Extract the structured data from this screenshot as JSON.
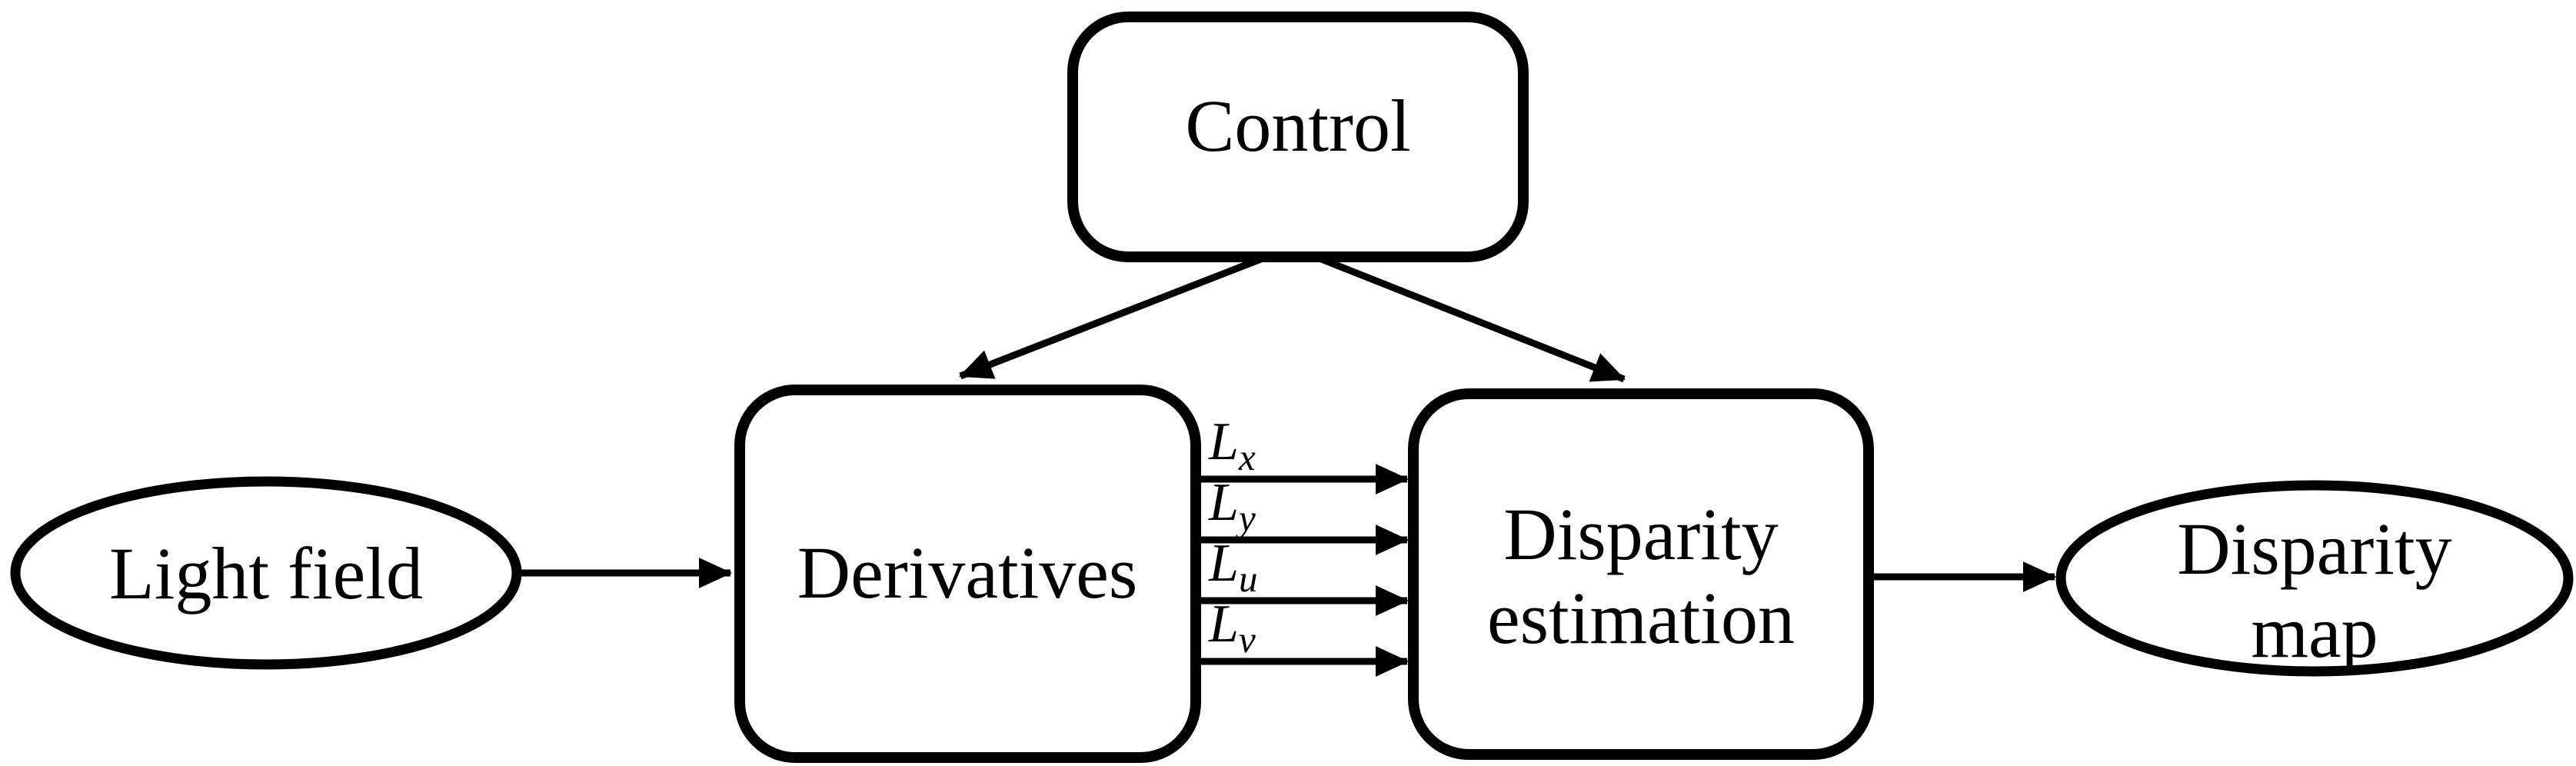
{
  "diagram": {
    "background_color": "#ffffff",
    "stroke_color": "#000000",
    "nodes": {
      "control": {
        "shape": "rounded-rectangle",
        "label": "Control"
      },
      "derivatives": {
        "shape": "rounded-rectangle",
        "label": "Derivatives"
      },
      "disparity_estimation": {
        "shape": "rounded-rectangle",
        "lines": [
          "Disparity",
          "estimation"
        ]
      },
      "light_field": {
        "shape": "ellipse",
        "label": "Light field"
      },
      "disparity_map": {
        "shape": "ellipse",
        "lines": [
          "Disparity",
          "map"
        ]
      }
    },
    "edges": {
      "light_field_to_derivatives": {
        "label": ""
      },
      "control_to_derivatives": {
        "label": ""
      },
      "control_to_disparity_estimation": {
        "label": ""
      },
      "lx": {
        "main": "L",
        "sub": "x"
      },
      "ly": {
        "main": "L",
        "sub": "y"
      },
      "lu": {
        "main": "L",
        "sub": "u"
      },
      "lv": {
        "main": "L",
        "sub": "v"
      },
      "disparity_estimation_to_disparity_map": {
        "label": ""
      }
    }
  }
}
